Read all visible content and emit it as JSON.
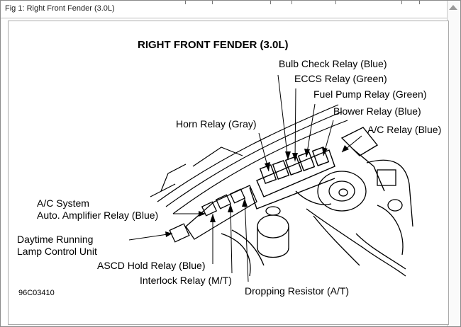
{
  "window": {
    "title": "Fig 1: Right Front Fender (3.0L)"
  },
  "figure": {
    "heading": "RIGHT FRONT FENDER (3.0L)",
    "code": "96C03410",
    "labels": {
      "bulb_check": "Bulb Check Relay (Blue)",
      "eccs": "ECCS Relay (Green)",
      "fuel_pump": "Fuel Pump Relay (Green)",
      "blower": "Blower Relay (Blue)",
      "ac_relay": "A/C Relay (Blue)",
      "horn": "Horn Relay (Gray)",
      "ac_system_line1": "A/C System",
      "ac_system_line2": "Auto. Amplifier Relay (Blue)",
      "drl_line1": "Daytime Running",
      "drl_line2": "Lamp Control Unit",
      "ascd": "ASCD Hold Relay (Blue)",
      "interlock": "Interlock Relay (M/T)",
      "dropping": "Dropping Resistor (A/T)"
    }
  }
}
